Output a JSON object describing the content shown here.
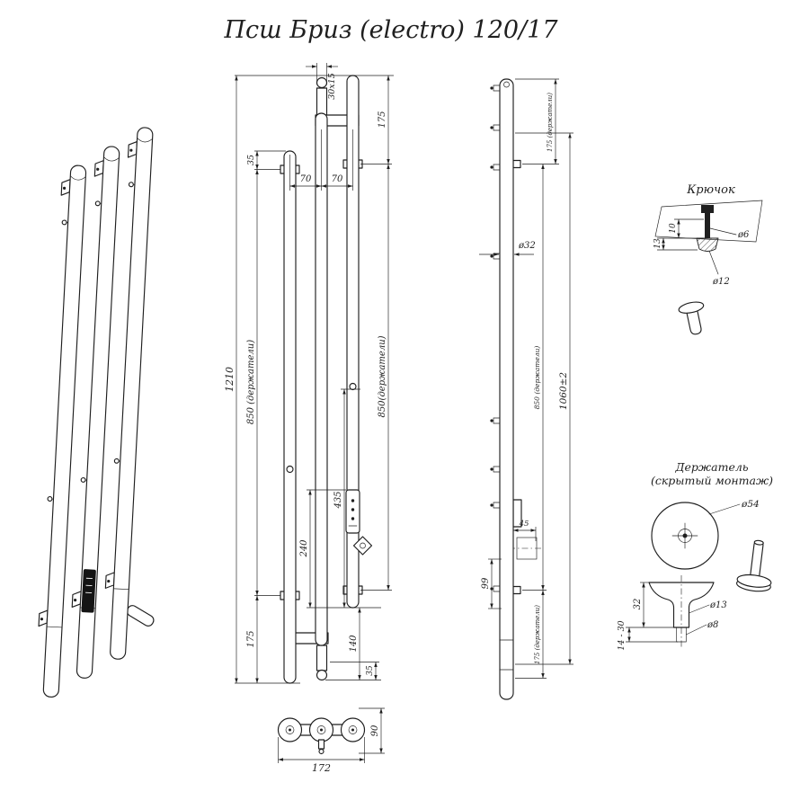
{
  "title": "Псш Бриз (electro) 120/17",
  "colors": {
    "ink": "#1f1f1f",
    "background": "#ffffff"
  },
  "front_view": {
    "dim_35_top": "35",
    "dim_30x15": "30х15",
    "dim_175_top": "175",
    "dim_70_left": "70",
    "dim_70_right": "70",
    "dim_1210": "1210",
    "dim_850_left": "850 (держатели)",
    "dim_850_right": "850(держатели)",
    "dim_240": "240",
    "dim_435": "435",
    "dim_140": "140",
    "dim_35_bottom": "35",
    "dim_175_bottom": "175"
  },
  "top_view": {
    "dim_172": "172",
    "dim_90": "90"
  },
  "side_view": {
    "dim_diameter_32": "ø32",
    "dim_175_top": "175 (держатели)",
    "dim_850": "850 (держатели)",
    "dim_1060": "1060±2",
    "dim_175_bottom": "175 (держатели)",
    "dim_99": "99",
    "dim_45": "45"
  },
  "hook_detail": {
    "label": "Крючок",
    "dim_10": "10",
    "dim_13": "13",
    "dim_diameter_6": "ø6",
    "dim_diameter_12": "ø12"
  },
  "holder_detail": {
    "label_line1": "Держатель",
    "label_line2": "(скрытый монтаж)",
    "dim_diameter_54": "ø54",
    "dim_32": "32",
    "dim_14_30": "14 - 30",
    "dim_diameter_13": "ø13",
    "dim_diameter_8": "ø8"
  }
}
